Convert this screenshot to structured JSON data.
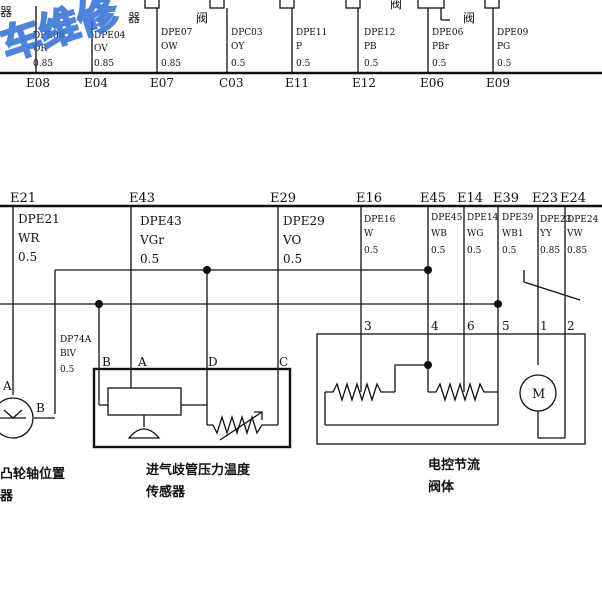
{
  "top_strip": {
    "header_chars": [
      "器",
      "器",
      "阀",
      "阀",
      "阀"
    ],
    "connectors": [
      {
        "wire": "DPE08",
        "color": "OR",
        "size": "0.85",
        "terminal": "E08"
      },
      {
        "wire": "DPE04",
        "color": "OV",
        "size": "0.85",
        "terminal": "E04"
      },
      {
        "wire": "DPE07",
        "color": "OW",
        "size": "0.85",
        "terminal": "E07"
      },
      {
        "wire": "DPC03",
        "color": "OY",
        "size": "0.5",
        "terminal": "C03"
      },
      {
        "wire": "DPE11",
        "color": "P",
        "size": "0.5",
        "terminal": "E11"
      },
      {
        "wire": "DPE12",
        "color": "PB",
        "size": "0.5",
        "terminal": "E12"
      },
      {
        "wire": "DPE06",
        "color": "PBr",
        "size": "0.5",
        "terminal": "E06"
      },
      {
        "wire": "DPE09",
        "color": "PG",
        "size": "0.5",
        "terminal": "E09"
      }
    ]
  },
  "ecu_pins": [
    {
      "pin": "E21",
      "wire": "DPE21",
      "color": "WR",
      "size": "0.5"
    },
    {
      "pin": "E43",
      "wire": "DPE43",
      "color": "VGr",
      "size": "0.5"
    },
    {
      "pin": "E29",
      "wire": "DPE29",
      "color": "VO",
      "size": "0.5"
    },
    {
      "pin": "E16",
      "wire": "DPE16",
      "color": "W",
      "size": "0.5"
    },
    {
      "pin": "E45",
      "wire": "DPE45",
      "color": "WB",
      "size": "0.5"
    },
    {
      "pin": "E14",
      "wire": "DPE14",
      "color": "WG",
      "size": "0.5"
    },
    {
      "pin": "E39",
      "wire": "DPE39",
      "color": "WB1",
      "size": "0.5"
    },
    {
      "pin": "E23",
      "wire": "DPE23",
      "color": "YY",
      "size": "0.85"
    },
    {
      "pin": "E24",
      "wire": "DPE24",
      "color": "VW",
      "size": "0.85"
    }
  ],
  "extra_wire": {
    "wire": "DP74A",
    "color": "BlV",
    "size": "0.5"
  },
  "cam_sensor": {
    "pin_a": "A",
    "pin_b": "B",
    "label_line1": "凸轮轴位置",
    "label_line2": "器"
  },
  "map_sensor": {
    "pins": [
      "B",
      "A",
      "D",
      "C"
    ],
    "label_line1": "进气歧管压力温度",
    "label_line2": "传感器"
  },
  "throttle_body": {
    "pins": [
      "3",
      "4",
      "6",
      "5",
      "1",
      "2"
    ],
    "motor_symbol": "M",
    "label_line1": "电控节流",
    "label_line2": "阀体"
  },
  "watermark": "车维修",
  "colors": {
    "line": "#111111",
    "watermark": "#2e6ed6"
  }
}
